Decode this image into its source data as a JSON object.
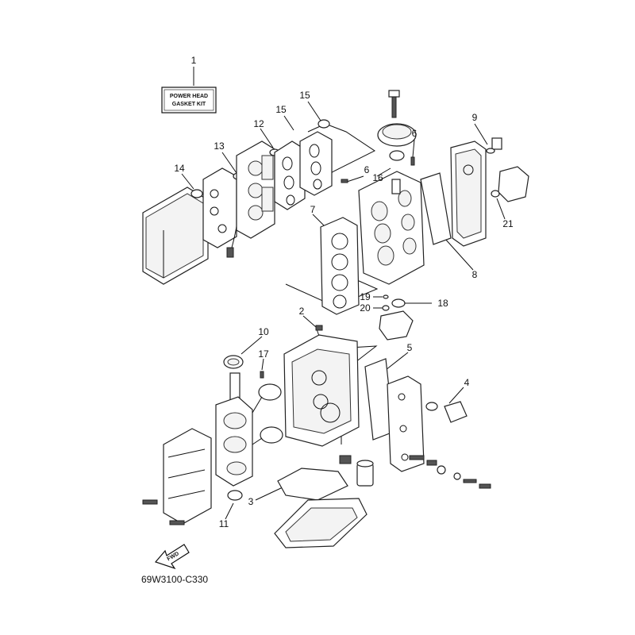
{
  "kit_label": {
    "line1": "POWER HEAD",
    "line2": "GASKET KIT"
  },
  "fwd_label": "FWD",
  "drawing_code": "69W3100-C330",
  "callouts": [
    "1",
    "2",
    "3",
    "4",
    "5",
    "6",
    "6",
    "7",
    "8",
    "9",
    "10",
    "11",
    "12",
    "13",
    "14",
    "15",
    "15",
    "16",
    "17",
    "18",
    "19",
    "20",
    "21"
  ]
}
